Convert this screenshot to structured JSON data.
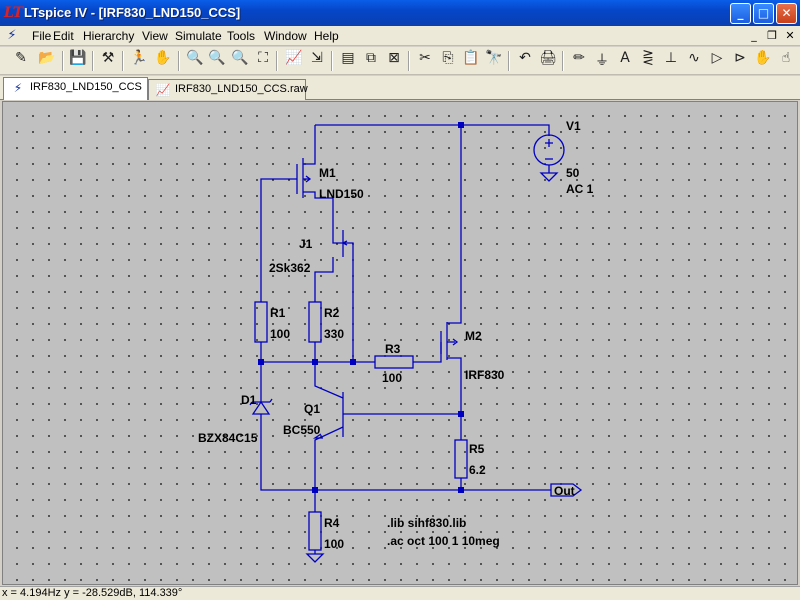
{
  "window": {
    "icon_text": "LT",
    "title": "LTspice IV - [IRF830_LND150_CCS]",
    "minimize": "_",
    "maximize": "□",
    "close": "✕"
  },
  "menu": {
    "items": [
      "File",
      "Edit",
      "Hierarchy",
      "View",
      "Simulate",
      "Tools",
      "Window",
      "Help"
    ],
    "mdi_minimize": "_",
    "mdi_restore": "❐",
    "mdi_close": "✕"
  },
  "toolbar": {
    "icons": [
      "open-schematic-icon",
      "open-file-icon",
      "save-icon",
      "control-panel-icon",
      "run-icon",
      "halt-icon",
      "zoom-in-icon",
      "zoom-pan-icon",
      "zoom-out-icon",
      "zoom-fit-icon",
      "waveform-icon",
      "autorange-icon",
      "tile-horizontal-icon",
      "cascade-icon",
      "close-window-icon",
      "cut-icon",
      "copy-icon",
      "paste-icon",
      "find-icon",
      "undo-icon",
      "print-icon",
      "pencil-icon",
      "ground-icon",
      "label-icon",
      "resistor-icon",
      "capacitor-icon",
      "inductor-icon",
      "diode-icon",
      "component-icon",
      "move-icon",
      "drag-icon"
    ],
    "glyphs": [
      "✎",
      "📂",
      "💾",
      "⚒",
      "🏃",
      "✋",
      "🔍",
      "🔍",
      "🔍",
      "⛶",
      "📈",
      "⇲",
      "▤",
      "⧉",
      "⊠",
      "✂",
      "⎘",
      "📋",
      "🔭",
      "↶",
      "🖨",
      "✏",
      "⏚",
      "A",
      "⋛",
      "⊥",
      "∿",
      "▷",
      "⊳",
      "✋",
      "☝"
    ]
  },
  "tabs": [
    {
      "label": "IRF830_LND150_CCS",
      "icon": "⚡",
      "active": true
    },
    {
      "label": "IRF830_LND150_CCS.raw",
      "icon": "📈",
      "active": false
    }
  ],
  "schematic": {
    "components": {
      "M1": {
        "ref": "M1",
        "value": "LND150"
      },
      "J1": {
        "ref": "J1",
        "value": "2Sk362"
      },
      "R1": {
        "ref": "R1",
        "value": "100"
      },
      "R2": {
        "ref": "R2",
        "value": "330"
      },
      "R3": {
        "ref": "R3",
        "value": "100"
      },
      "M2": {
        "ref": "M2",
        "value": "IRF830"
      },
      "D1": {
        "ref": "D1",
        "value": "BZX84C15"
      },
      "Q1": {
        "ref": "Q1",
        "value": "BC550"
      },
      "R5": {
        "ref": "R5",
        "value": "6.2"
      },
      "R4": {
        "ref": "R4",
        "value": "100"
      },
      "V1": {
        "ref": "V1",
        "value": "50",
        "ac": "AC 1"
      }
    },
    "out_label": "Out",
    "directives": [
      ".lib sihf830.lib",
      ".ac oct 100 1 10meg"
    ],
    "wire_color": "#0000c0",
    "background_color": "#c0c0c0"
  },
  "status": {
    "text": "x = 4.194Hz    y = -28.529dB, 114.339°"
  }
}
